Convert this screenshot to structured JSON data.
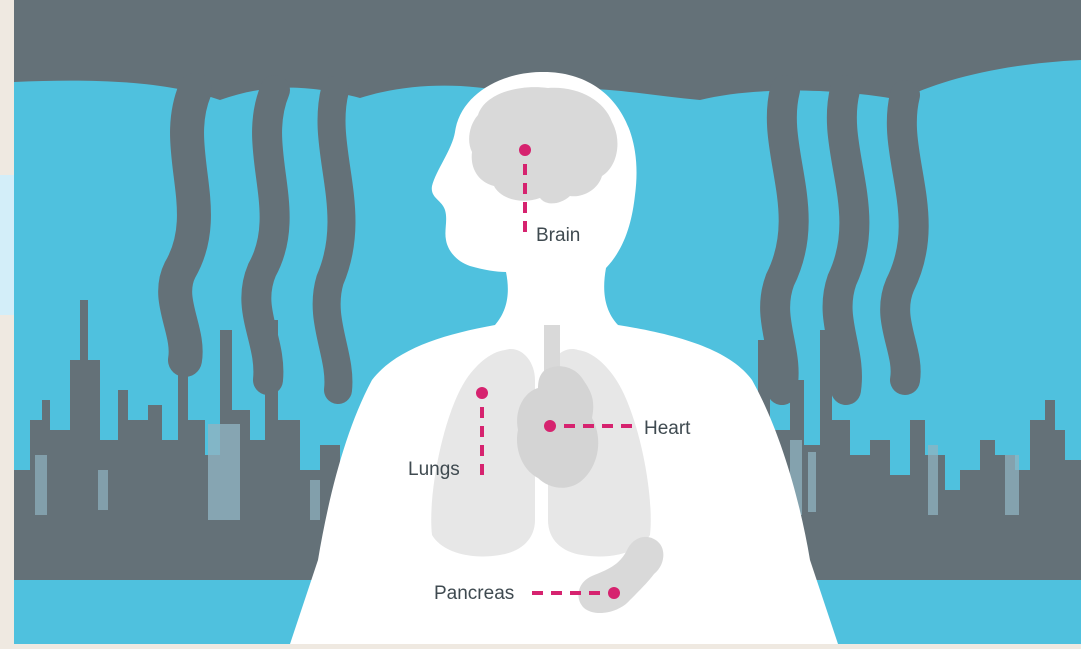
{
  "diagram": {
    "labels": {
      "brain": "Brain",
      "heart": "Heart",
      "lungs": "Lungs",
      "pancreas": "Pancreas"
    },
    "colors": {
      "sky": "#4fc1de",
      "smoke": "#647178",
      "body": "#ffffff",
      "organ": "#d9d9d9",
      "marker": "#d6236f",
      "page_left_strip": "#efe9e1",
      "left_highlight": "#d3eef9"
    }
  }
}
